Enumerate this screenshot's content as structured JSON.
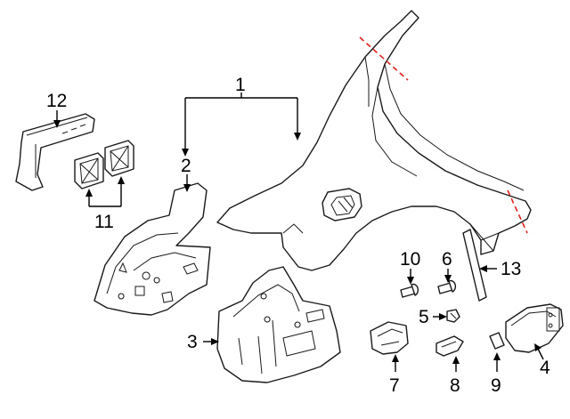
{
  "diagram": {
    "callouts": [
      {
        "id": "1",
        "label": "1"
      },
      {
        "id": "2",
        "label": "2"
      },
      {
        "id": "3",
        "label": "3"
      },
      {
        "id": "4",
        "label": "4"
      },
      {
        "id": "5",
        "label": "5"
      },
      {
        "id": "6",
        "label": "6"
      },
      {
        "id": "7",
        "label": "7"
      },
      {
        "id": "8",
        "label": "8"
      },
      {
        "id": "9",
        "label": "9"
      },
      {
        "id": "10",
        "label": "10"
      },
      {
        "id": "11",
        "label": "11"
      },
      {
        "id": "12",
        "label": "12"
      },
      {
        "id": "13",
        "label": "13"
      }
    ],
    "cut_line_color": "#e0201b",
    "line_color": "#1a1a1a"
  }
}
